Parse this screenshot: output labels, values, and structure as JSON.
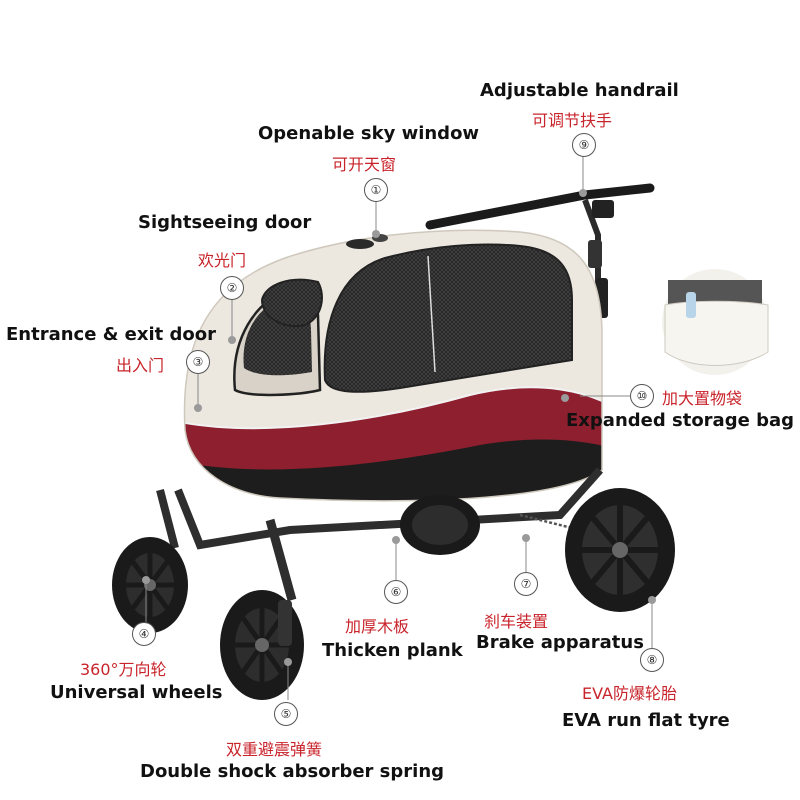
{
  "callouts": [
    {
      "number": "①",
      "en": "Openable sky window",
      "cn": "可开天窗"
    },
    {
      "number": "②",
      "en": "Sightseeing door",
      "cn": "欢光门"
    },
    {
      "number": "③",
      "en": "Entrance & exit door",
      "cn": "出入门"
    },
    {
      "number": "④",
      "en": "Universal wheels",
      "cn": "360°万向轮"
    },
    {
      "number": "⑤",
      "en": "Double shock absorber spring",
      "cn": "双重避震弹簧"
    },
    {
      "number": "⑥",
      "en": "Thicken plank",
      "cn": "加厚木板"
    },
    {
      "number": "⑦",
      "en": "Brake apparatus",
      "cn": "刹车装置"
    },
    {
      "number": "⑧",
      "en": "EVA run flat tyre",
      "cn": "EVA防爆轮胎"
    },
    {
      "number": "⑨",
      "en": "Adjustable handrail",
      "cn": "可调节扶手"
    },
    {
      "number": "⑩",
      "en": "Expanded storage bag",
      "cn": "加大置物袋"
    }
  ],
  "colors": {
    "canopy": "#ece7df",
    "band": "#8e1f2e",
    "base": "#1d1d1d",
    "label_red": "#c8242b",
    "mesh": "#2a2a2a",
    "frame": "#3a3a3a"
  }
}
